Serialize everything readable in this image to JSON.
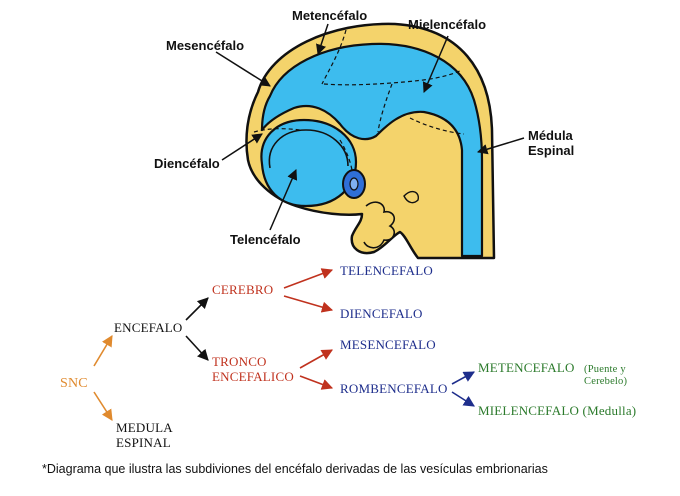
{
  "figure": {
    "labels": {
      "metencefalo": "Metencéfalo",
      "mielencefalo": "Mielencéfalo",
      "mesencefalo": "Mesencéfalo",
      "medula_line1": "Médula",
      "medula_line2": "Espinal",
      "diencefalo": "Diencéfalo",
      "telencefalo": "Telencéfalo"
    },
    "colors": {
      "tissue": "#f4d36b",
      "ventricle": "#3dbcee",
      "eye": "#2f6fd8",
      "outline": "#111111"
    }
  },
  "tree": {
    "snc": "SNC",
    "encefalo": "ENCEFALO",
    "medula_line1": "MEDULA",
    "medula_line2": "ESPINAL",
    "cerebro": "CEREBRO",
    "tronco_line1": "TRONCO",
    "tronco_line2": "ENCEFALICO",
    "telencefalo": "TELENCEFALO",
    "diencefalo": "DIENCEFALO",
    "mesencefalo": "MESENCEFALO",
    "rombencefalo": "ROMBENCEFALO",
    "metencefalo": "METENCEFALO",
    "metencefalo_note_1": "(Puente y",
    "metencefalo_note_2": "Cerebelo)",
    "mielencefalo": "MIELENCEFALO (Medulla)",
    "colors": {
      "level1": "#e08a2e",
      "level2": "#111111",
      "level3": "#c0321e",
      "level4": "#1e2e8c",
      "level5": "#2b7a2b"
    }
  },
  "caption": "*Diagrama que ilustra las subdiviones del encéfalo derivadas de las vesículas embrionarias"
}
